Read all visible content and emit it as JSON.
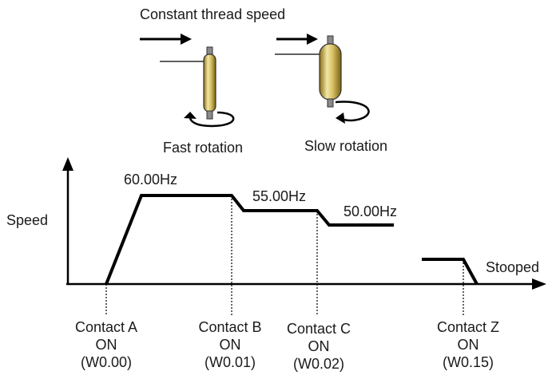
{
  "diagram": {
    "title": "Constant thread speed",
    "bobbins": [
      {
        "caption": "Fast rotation"
      },
      {
        "caption": "Slow rotation"
      }
    ],
    "y_axis_label": "Speed",
    "speed_labels": [
      "60.00Hz",
      "55.00Hz",
      "50.00Hz"
    ],
    "stop_label": "Stooped",
    "contacts": [
      {
        "name": "Contact A",
        "state": "ON",
        "address": "(W0.00)"
      },
      {
        "name": "Contact B",
        "state": "ON",
        "address": "(W0.01)"
      },
      {
        "name": "Contact C",
        "state": "ON",
        "address": "(W0.02)"
      },
      {
        "name": "Contact Z",
        "state": "ON",
        "address": "(W0.15)"
      }
    ]
  }
}
